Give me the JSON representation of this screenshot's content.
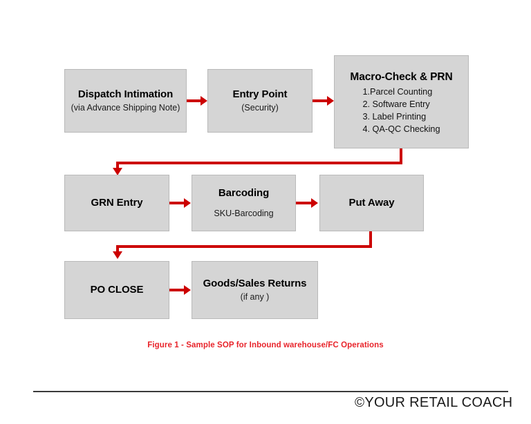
{
  "figure": {
    "caption": "Figure 1 - Sample SOP for Inbound warehouse/FC Operations",
    "caption_color": "#e8232a",
    "connector_color": "#cc0000",
    "node_fill": "#d5d5d5",
    "node_border": "#b9b9b9",
    "background": "#ffffff"
  },
  "nodes": {
    "dispatch": {
      "title": "Dispatch Intimation",
      "subtitle": "(via Advance Shipping Note)"
    },
    "entry_point": {
      "title": "Entry Point",
      "subtitle": "(Security)"
    },
    "macro_check": {
      "title": "Macro-Check & PRN",
      "steps": [
        "1.Parcel Counting",
        "2. Software Entry",
        "3. Label Printing",
        "4. QA-QC Checking"
      ]
    },
    "grn_entry": {
      "title": "GRN Entry"
    },
    "barcoding": {
      "title": "Barcoding",
      "subtitle": "SKU-Barcoding"
    },
    "put_away": {
      "title": "Put Away"
    },
    "po_close": {
      "title": "PO CLOSE"
    },
    "returns": {
      "title": "Goods/Sales Returns",
      "subtitle": "(if any )"
    }
  },
  "footer": {
    "copyright_mark": "©",
    "brand": "YOUR RETAIL COACH"
  }
}
